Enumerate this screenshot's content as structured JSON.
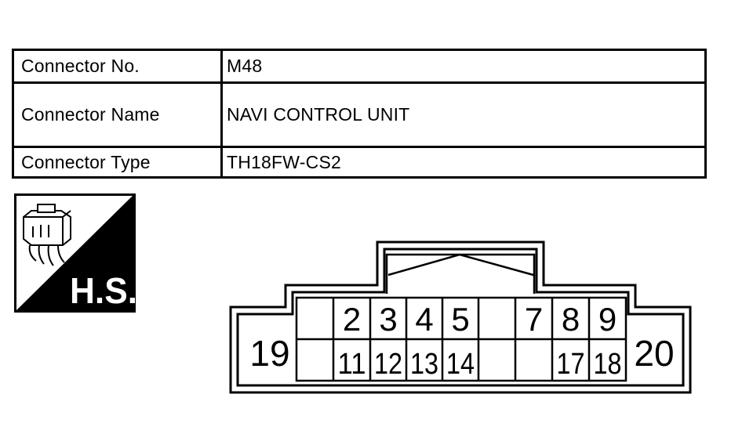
{
  "table": {
    "rows": [
      {
        "label": "Connector No.",
        "value": "M48"
      },
      {
        "label": "Connector Name",
        "value": "NAVI CONTROL UNIT"
      },
      {
        "label": "Connector Type",
        "value": "TH18FW-CS2"
      }
    ]
  },
  "badge": {
    "text": "H.S.",
    "icon": "connector-harness-side-icon"
  },
  "connector": {
    "top_row": [
      "",
      "2",
      "3",
      "4",
      "5",
      "",
      "7",
      "8",
      "9"
    ],
    "bottom_row": [
      "",
      "11",
      "12",
      "13",
      "14",
      "",
      "",
      "17",
      "18"
    ],
    "left_pin": "19",
    "right_pin": "20"
  }
}
